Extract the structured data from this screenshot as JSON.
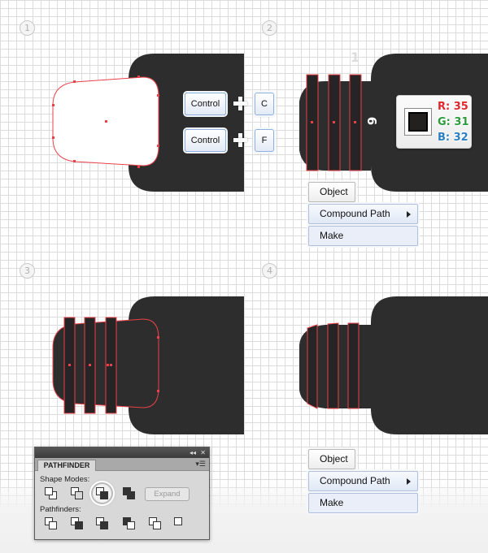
{
  "steps": [
    "1",
    "2",
    "3",
    "4"
  ],
  "shortcuts": [
    {
      "modifier": "Control",
      "key": "C"
    },
    {
      "modifier": "Control",
      "key": "F"
    }
  ],
  "stroke_weight_label": "6",
  "stroke_weight_small": "1",
  "color_info": {
    "swatch_hex": "#232020",
    "r": "R: 35",
    "g": "G: 31",
    "b": "B: 32",
    "r_color": "#e1262b",
    "g_color": "#2b9c3b",
    "b_color": "#2a7fc4"
  },
  "menu_top": {
    "object": "Object",
    "compound_path": "Compound Path",
    "make": "Make"
  },
  "menu_bottom": {
    "object": "Object",
    "compound_path": "Compound Path",
    "make": "Make"
  },
  "pathfinder": {
    "title": "PATHFINDER",
    "shape_modes_label": "Shape Modes:",
    "pathfinders_label": "Pathfinders:",
    "expand_label": "Expand",
    "shape_mode_icons": [
      "unite-icon",
      "minus-front-icon",
      "intersect-icon",
      "exclude-icon"
    ],
    "pathfinder_icons": [
      "divide-icon",
      "trim-icon",
      "merge-icon",
      "crop-icon",
      "outline-icon",
      "minus-back-icon"
    ]
  },
  "colors": {
    "shape": "#2e2d2d",
    "path": "#e8414a",
    "accent": "#8eb1dd"
  }
}
